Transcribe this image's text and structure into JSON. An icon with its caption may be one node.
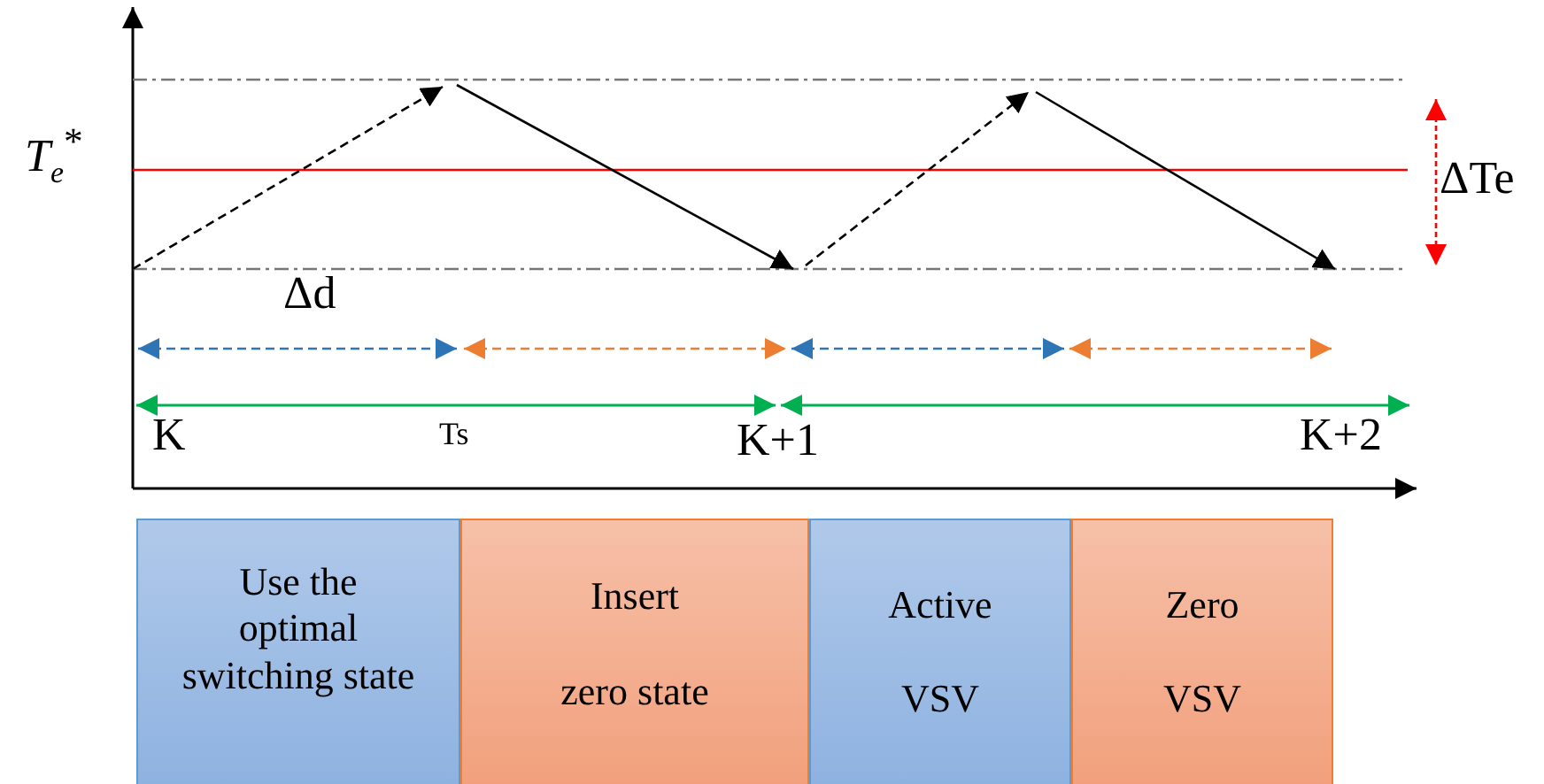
{
  "diagram": {
    "nodes": [
      {
        "text": [
          "Use the optimal switching state"
        ]
      },
      {
        "text": [
          "Insert zero state"
        ]
      },
      {
        "text": [
          "Active VSV"
        ]
      },
      {
        "text": [
          "Zero VSV"
        ]
      }
    ],
    "labels": [
      "*T*$_{e}$$^{*}$",
      "ΔTe",
      "Δd",
      "K",
      "Ts",
      "K+1",
      "K+2"
    ]
  }
}
